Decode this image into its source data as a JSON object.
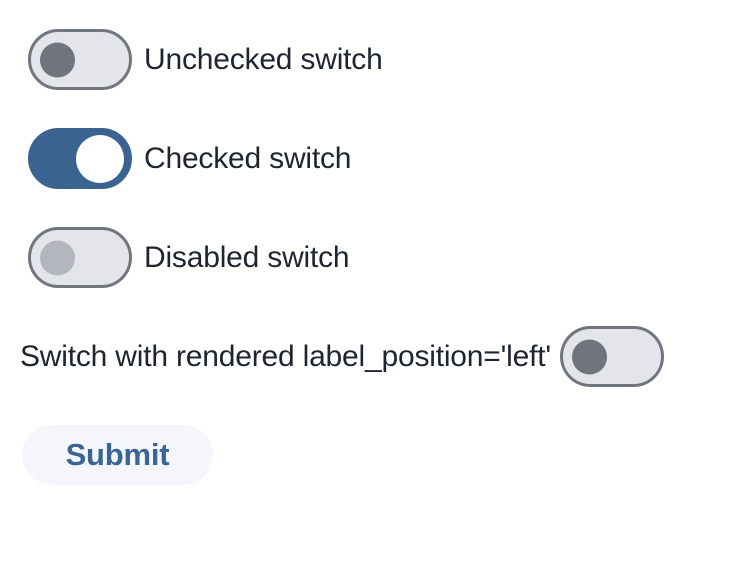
{
  "page": {
    "background": "#ffffff"
  },
  "switch_rows": [
    {
      "label": "Unchecked switch",
      "state": "unchecked",
      "disabled": false,
      "label_position": "right"
    },
    {
      "label": "Checked switch",
      "state": "checked",
      "disabled": false,
      "label_position": "right"
    },
    {
      "label": "Disabled switch",
      "state": "unchecked",
      "disabled": true,
      "label_position": "right"
    },
    {
      "label": "Switch with rendered label_position='left'",
      "state": "unchecked",
      "disabled": false,
      "label_position": "left"
    }
  ],
  "submit_button": {
    "label": "Submit"
  },
  "colors": {
    "checked_track": "#3a648f",
    "checked_thumb": "#ffffff",
    "unchecked_track_fill": "#e4e5ea",
    "unchecked_track_border": "#71757e",
    "unchecked_thumb": "#70747c",
    "disabled_thumb": "#b3b6bd",
    "label_text": "#1e2430",
    "submit_text": "#3a6594",
    "submit_background": "#f5f6fb"
  }
}
